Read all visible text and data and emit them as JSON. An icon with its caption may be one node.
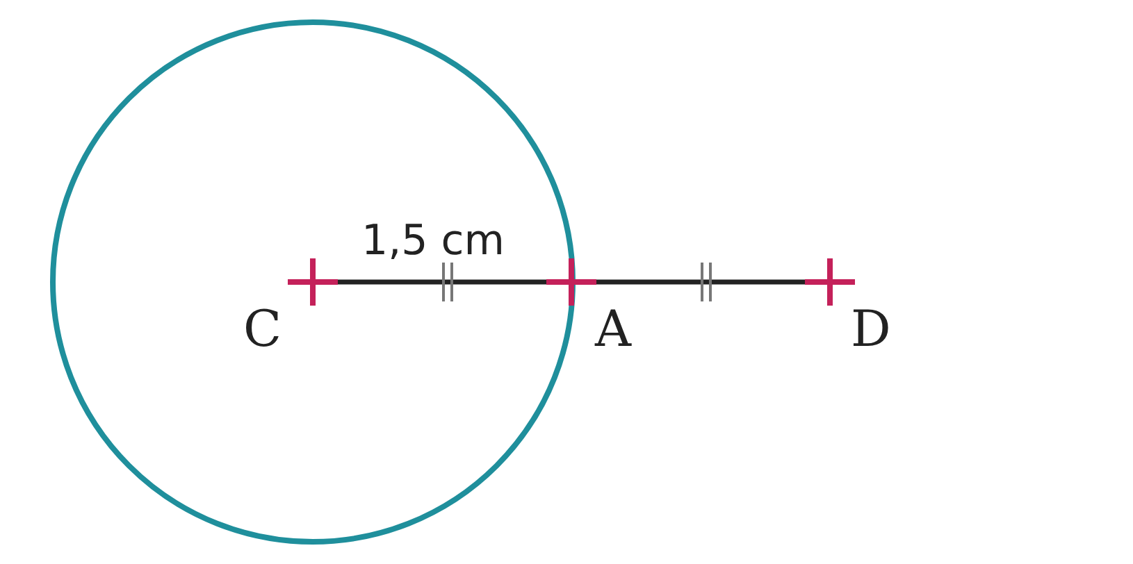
{
  "diagram": {
    "nodes": [
      {
        "text": [
          "C"
        ]
      },
      {
        "text": [
          "A"
        ]
      },
      {
        "text": [
          "D"
        ]
      }
    ],
    "edges": [
      {
        "from": 0,
        "to": 1,
        "arrow": "none",
        "label": "1,5 cm"
      },
      {
        "from": 1,
        "to": 2,
        "arrow": "none"
      }
    ]
  }
}
